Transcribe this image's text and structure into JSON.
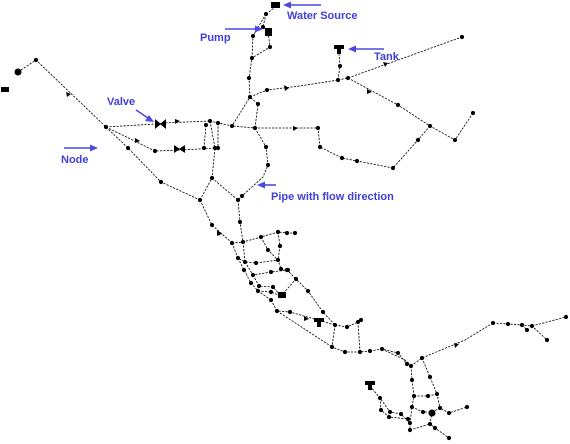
{
  "labels": {
    "water_source": "Water Source",
    "pump": "Pump",
    "tank": "Tank",
    "valve": "Valve",
    "node": "Node",
    "pipe": "Pipe with flow direction"
  },
  "colors": {
    "network": "#000000",
    "annotation": "#4a4adf",
    "label": "#4040d8",
    "background": "#ffffff"
  }
}
